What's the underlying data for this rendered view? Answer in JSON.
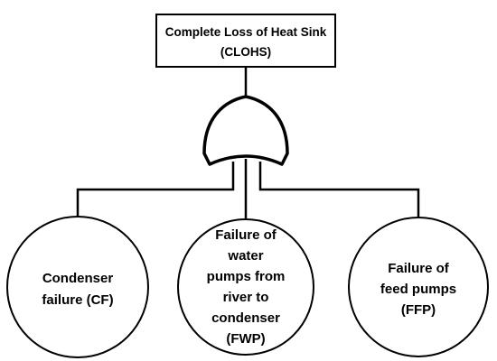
{
  "top_event": {
    "line1": "Complete Loss of Heat Sink",
    "line2": "(CLOHS)"
  },
  "gate": {
    "type": "OR"
  },
  "basic_events": [
    {
      "lines": [
        "Condenser",
        "failure (CF)"
      ]
    },
    {
      "lines": [
        "Failure of",
        "water",
        "pumps from",
        "river to",
        "condenser",
        "(FWP)"
      ]
    },
    {
      "lines": [
        "Failure of",
        "feed pumps",
        "(FFP)"
      ]
    }
  ]
}
